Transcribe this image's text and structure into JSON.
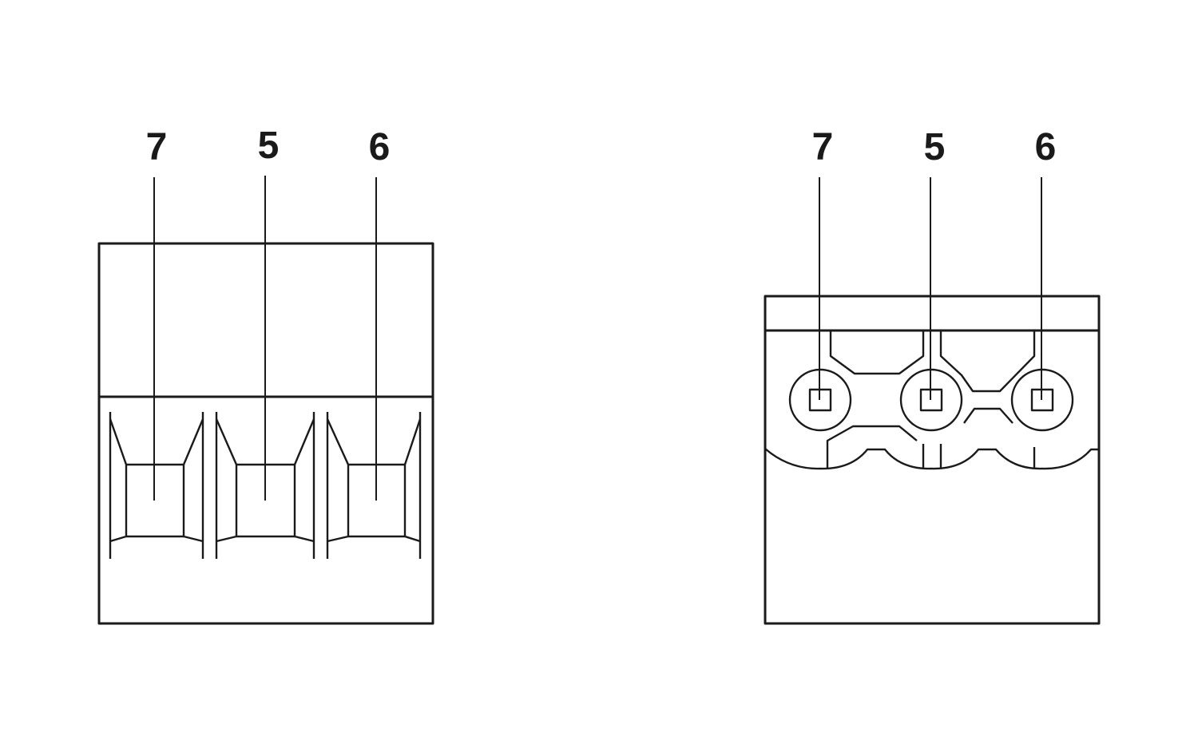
{
  "left_view": {
    "callouts": [
      "7",
      "5",
      "6"
    ]
  },
  "right_view": {
    "callouts": [
      "7",
      "5",
      "6"
    ]
  },
  "colors": {
    "line": "#1a1a1a",
    "background": "#ffffff"
  }
}
